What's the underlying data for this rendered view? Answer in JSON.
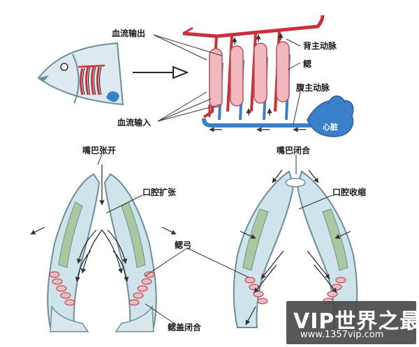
{
  "labels": {
    "blood_out": "血流输出",
    "blood_in": "血流输入",
    "dorsal_aorta": "背主动脉",
    "gill": "鳃",
    "ventral_aorta": "腹主动脉",
    "heart": "心脏",
    "mouth_open": "嘴巴张开",
    "mouth_closed": "嘴巴闭合",
    "cavity_expand": "口腔扩张",
    "cavity_contract": "口腔收缩",
    "gill_arch": "鳃弓",
    "operculum_closed": "鳃盖闭合"
  },
  "watermark": {
    "title": "VIP世界之最",
    "url": "www.1357vip.com"
  },
  "colors": {
    "artery": "#c9303a",
    "vein": "#3a7fc9",
    "gill_fill": "#f1b8c0",
    "jaw_fill": "#cfe4ea",
    "jaw_stroke": "#6a8f9a",
    "heart_fill": "#3a7fc9"
  }
}
